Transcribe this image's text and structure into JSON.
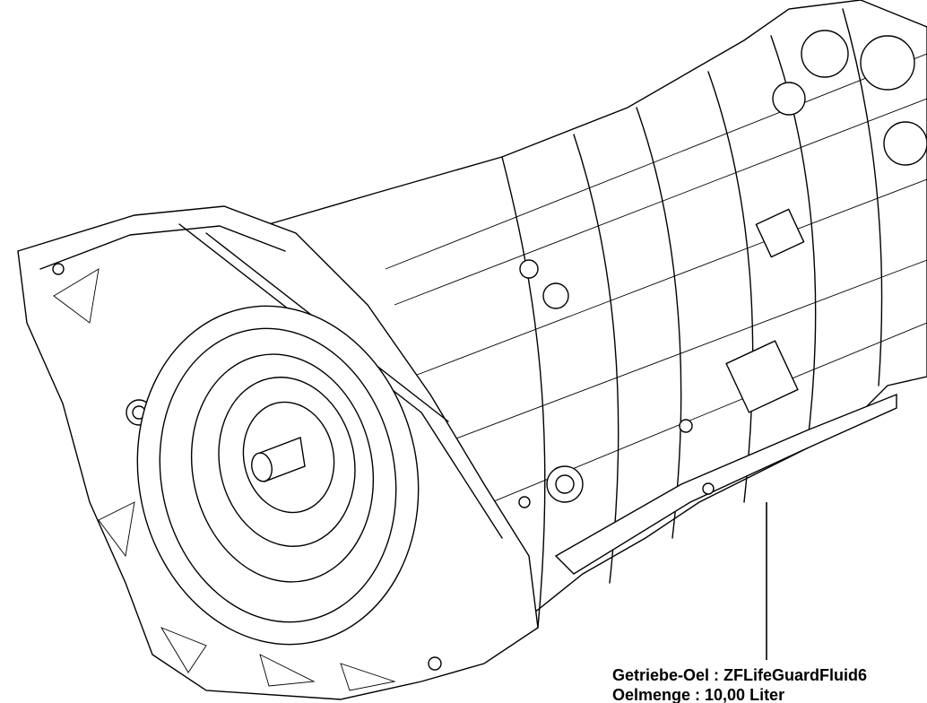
{
  "callout": {
    "line1": "Getriebe-Oel : ZFLifeGuardFluid6",
    "line2": "Oelmenge          : 10,00 Liter"
  },
  "drawing": {
    "subject": "automatic-transmission-assembly",
    "line_color": "#000000",
    "background": "#ffffff"
  }
}
